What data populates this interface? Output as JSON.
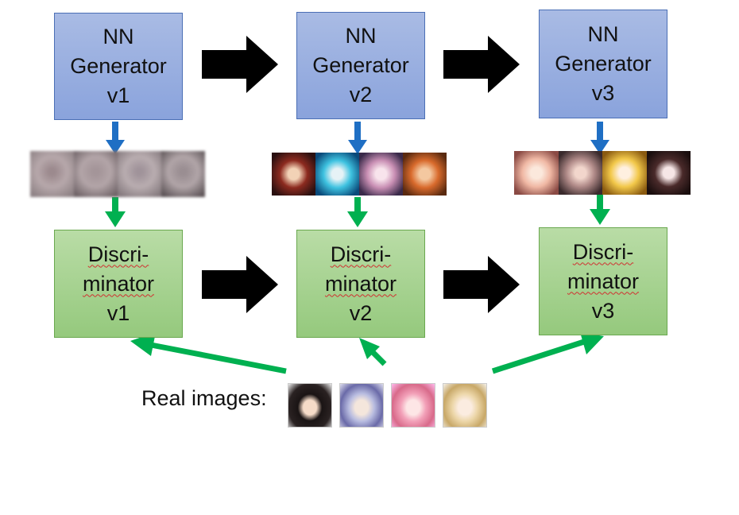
{
  "generators": [
    {
      "line1": "NN",
      "line2": "Generator",
      "line3": "v1"
    },
    {
      "line1": "NN",
      "line2": "Generator",
      "line3": "v2"
    },
    {
      "line1": "NN",
      "line2": "Generator",
      "line3": "v3"
    }
  ],
  "discriminators": [
    {
      "line1": "Discri-",
      "line2": "minator",
      "line3": "v1"
    },
    {
      "line1": "Discri-",
      "line2": "minator",
      "line3": "v2"
    },
    {
      "line1": "Discri-",
      "line2": "minator",
      "line3": "v3"
    }
  ],
  "real_images_label": "Real images:",
  "colors": {
    "generator_fill": "#8aa3dc",
    "discriminator_fill": "#95c97d",
    "generator_arrow": "#1f6fc4",
    "discriminator_arrow": "#00b050",
    "progress_arrow": "#000000"
  }
}
